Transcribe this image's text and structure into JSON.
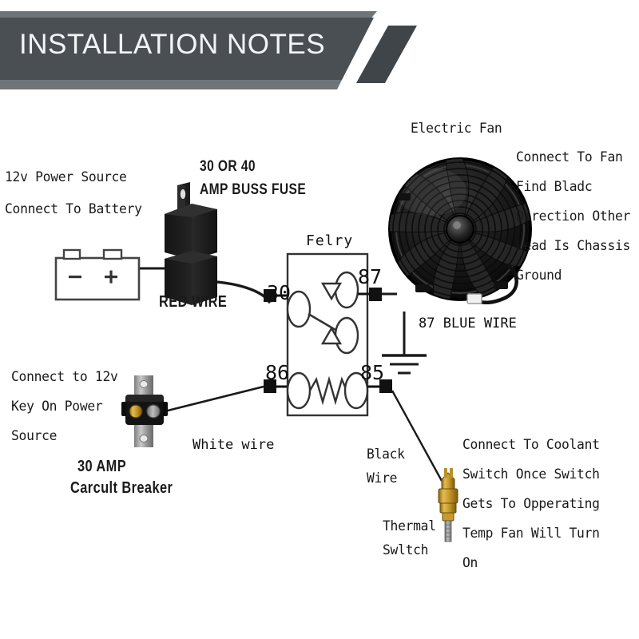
{
  "header": {
    "title": "INSTALLATION NOTES",
    "bar_color": "#4a4f54",
    "text_color": "#f2f4f5",
    "accent_stripe_color": "#40454a"
  },
  "diagram": {
    "type": "automotive-wiring-diagram",
    "background": "#ffffff",
    "line_color": "#1a1a1a",
    "labels": {
      "power_source": "12v Power Source",
      "connect_to_battery": "Connect To Battery",
      "battery_minus": "−",
      "battery_plus": "+",
      "fuse_line1": "30 OR 40",
      "fuse_line2": "AMP BUSS FUSE",
      "red_wire": "RED WIRE",
      "relay_name": "Felry",
      "terminal_30": "30",
      "terminal_87": "87",
      "terminal_86": "86",
      "terminal_85": "85",
      "electric_fan": "Electric Fan",
      "fan_note_1": "Connect To Fan",
      "fan_note_2": "Find Bladc",
      "fan_note_3": "Direction Other",
      "fan_note_4": "Lead Is Chassis",
      "fan_note_5": "Ground",
      "blue_wire": "87 BLUE WIRE",
      "breaker_note_1": "Connect to 12v",
      "breaker_note_2": "Key On Power",
      "breaker_note_3": "Source",
      "breaker_name_1": "30 AMP",
      "breaker_name_2": "Carcult Breaker",
      "white_wire": "White wire",
      "black_wire_1": "Black",
      "black_wire_2": "Wire",
      "thermal_switch_1": "Thermal",
      "thermal_switch_2": "Swltch",
      "coolant_note_1": "Connect To Coolant",
      "coolant_note_2": "Switch Once Switch",
      "coolant_note_3": "Gets To Opperating",
      "coolant_note_4": "Temp Fan Will Turn",
      "coolant_note_5": "On"
    },
    "components": [
      {
        "name": "battery",
        "label": "12v Battery"
      },
      {
        "name": "buss-fuse",
        "label": "30 OR 40 AMP BUSS FUSE"
      },
      {
        "name": "relay",
        "label": "Felry",
        "terminals": [
          "30",
          "87",
          "86",
          "85"
        ]
      },
      {
        "name": "electric-fan",
        "label": "Electric Fan"
      },
      {
        "name": "chassis-ground",
        "label": "87 BLUE WIRE"
      },
      {
        "name": "circuit-breaker",
        "label": "30 AMP Carcult Breaker"
      },
      {
        "name": "thermal-switch",
        "label": "Thermal Swltch"
      }
    ],
    "colors": {
      "fuse_body": "#1b1b1b",
      "breaker_body": "#141414",
      "breaker_bracket": "#9a9a9a",
      "thermal_brass": "#c79a2e",
      "fan_body": "#141414"
    }
  }
}
